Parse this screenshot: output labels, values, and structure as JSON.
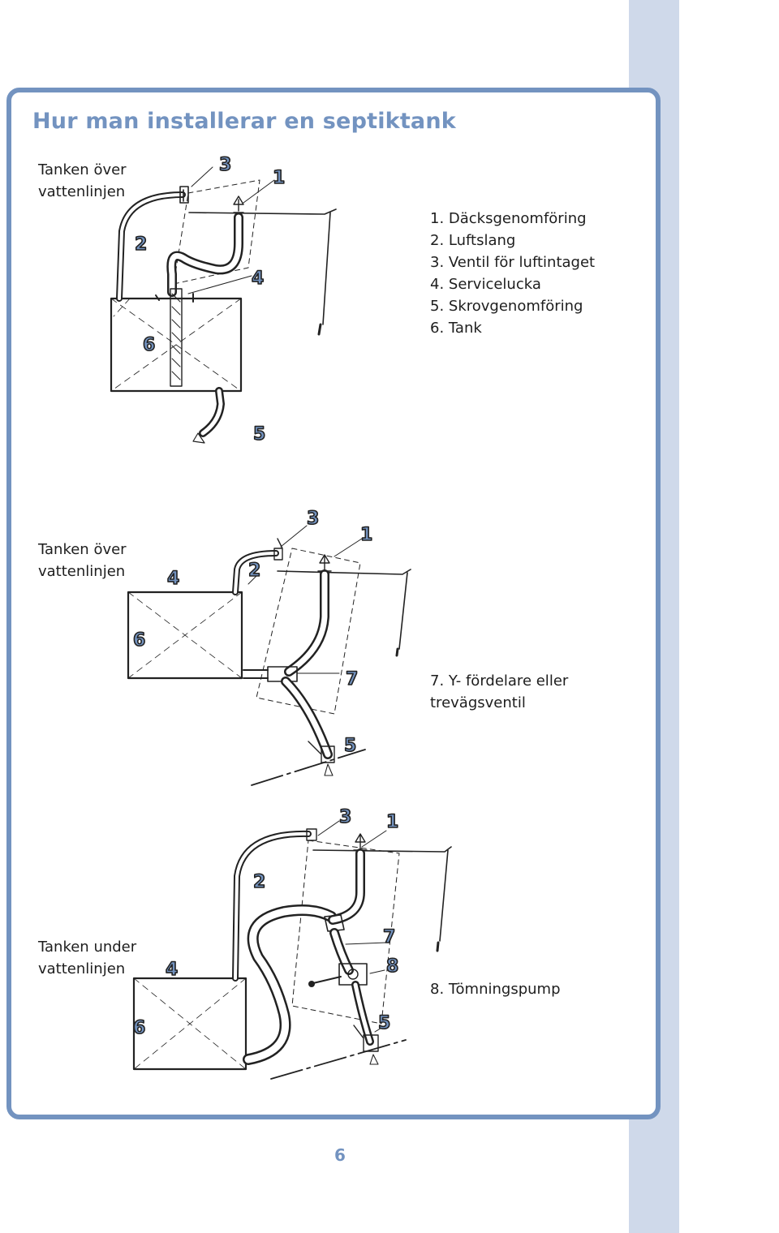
{
  "page": {
    "title": "Hur man installerar en septiktank",
    "page_number": "6",
    "accent_color": "#7393c0"
  },
  "diagram1": {
    "caption": [
      "Tanken över",
      "vattenlinjen"
    ],
    "numbers": {
      "n1": "1",
      "n2": "2",
      "n3": "3",
      "n4": "4",
      "n5": "5",
      "n6": "6"
    },
    "legend": [
      "1. Däcksgenomföring",
      "2. Luftslang",
      "3. Ventil för luftintaget",
      "4. Servicelucka",
      "5. Skrovgenomföring",
      "6. Tank"
    ]
  },
  "diagram2": {
    "caption": [
      "Tanken över",
      "vattenlinjen"
    ],
    "numbers": {
      "n1": "1",
      "n2": "2",
      "n3": "3",
      "n4": "4",
      "n5": "5",
      "n6": "6",
      "n7": "7"
    },
    "legend": [
      "7. Y- fördelare eller",
      "trevägsventil"
    ]
  },
  "diagram3": {
    "caption": [
      "Tanken under",
      "vattenlinjen"
    ],
    "numbers": {
      "n1": "1",
      "n2": "2",
      "n3": "3",
      "n4": "4",
      "n5": "5",
      "n6": "6",
      "n7": "7",
      "n8": "8"
    },
    "legend": [
      "8. Tömningspump"
    ]
  }
}
